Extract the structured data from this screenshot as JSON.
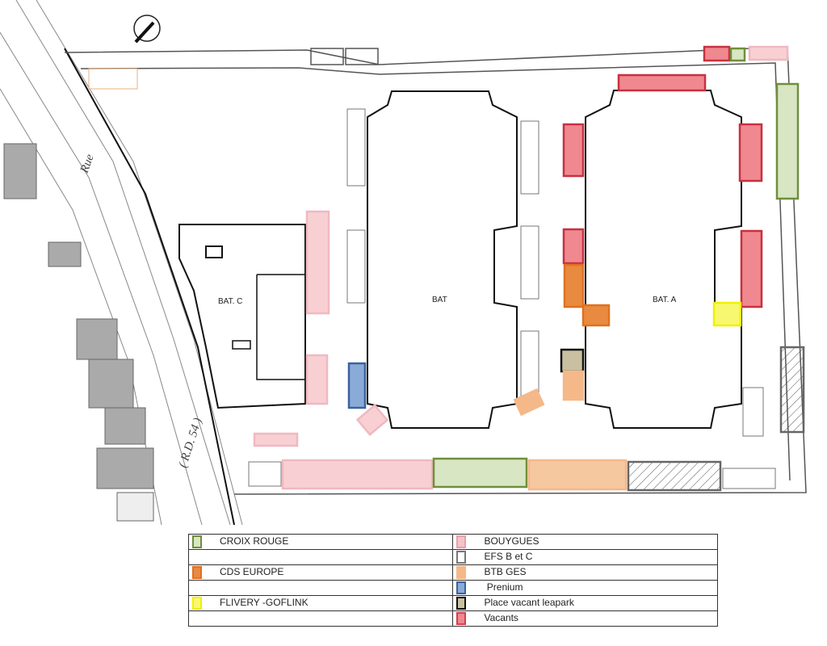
{
  "plan": {
    "buildings": [
      {
        "label": "BAT. C"
      },
      {
        "label": "BAT"
      },
      {
        "label": "BAT. A"
      }
    ],
    "street": {
      "name": "Rue",
      "road": "( R.D. 54 )"
    }
  },
  "legend": {
    "left": [
      {
        "label": "CROIX ROUGE",
        "border": "#6f8f3a",
        "fill": "#d8e6c4"
      },
      {
        "label": "",
        "border": "",
        "fill": ""
      },
      {
        "label": "CDS EUROPE",
        "border": "#e07020",
        "fill": "#e88a40"
      },
      {
        "label": "",
        "border": "",
        "fill": ""
      },
      {
        "label": "FLIVERY -GOFLINK",
        "border": "#f0f000",
        "fill": "#f8f870"
      },
      {
        "label": "",
        "border": "",
        "fill": ""
      }
    ],
    "right": [
      {
        "label": "BOUYGUES",
        "border": "#e8a0a8",
        "fill": "#f4c4c8"
      },
      {
        "label": "EFS  B et C",
        "border": "#777777",
        "fill": "#ffffff"
      },
      {
        "label": "BTB GES",
        "border": "#f5b888",
        "fill": "#f5b888"
      },
      {
        "label": " Prenium",
        "border": "#3a62a0",
        "fill": "#8aaad8"
      },
      {
        "label": "Place vacant leapark",
        "border": "#111111",
        "fill": "#c8c0a0"
      },
      {
        "label": "Vacants",
        "border": "#d04050",
        "fill": "#f08890"
      }
    ]
  }
}
